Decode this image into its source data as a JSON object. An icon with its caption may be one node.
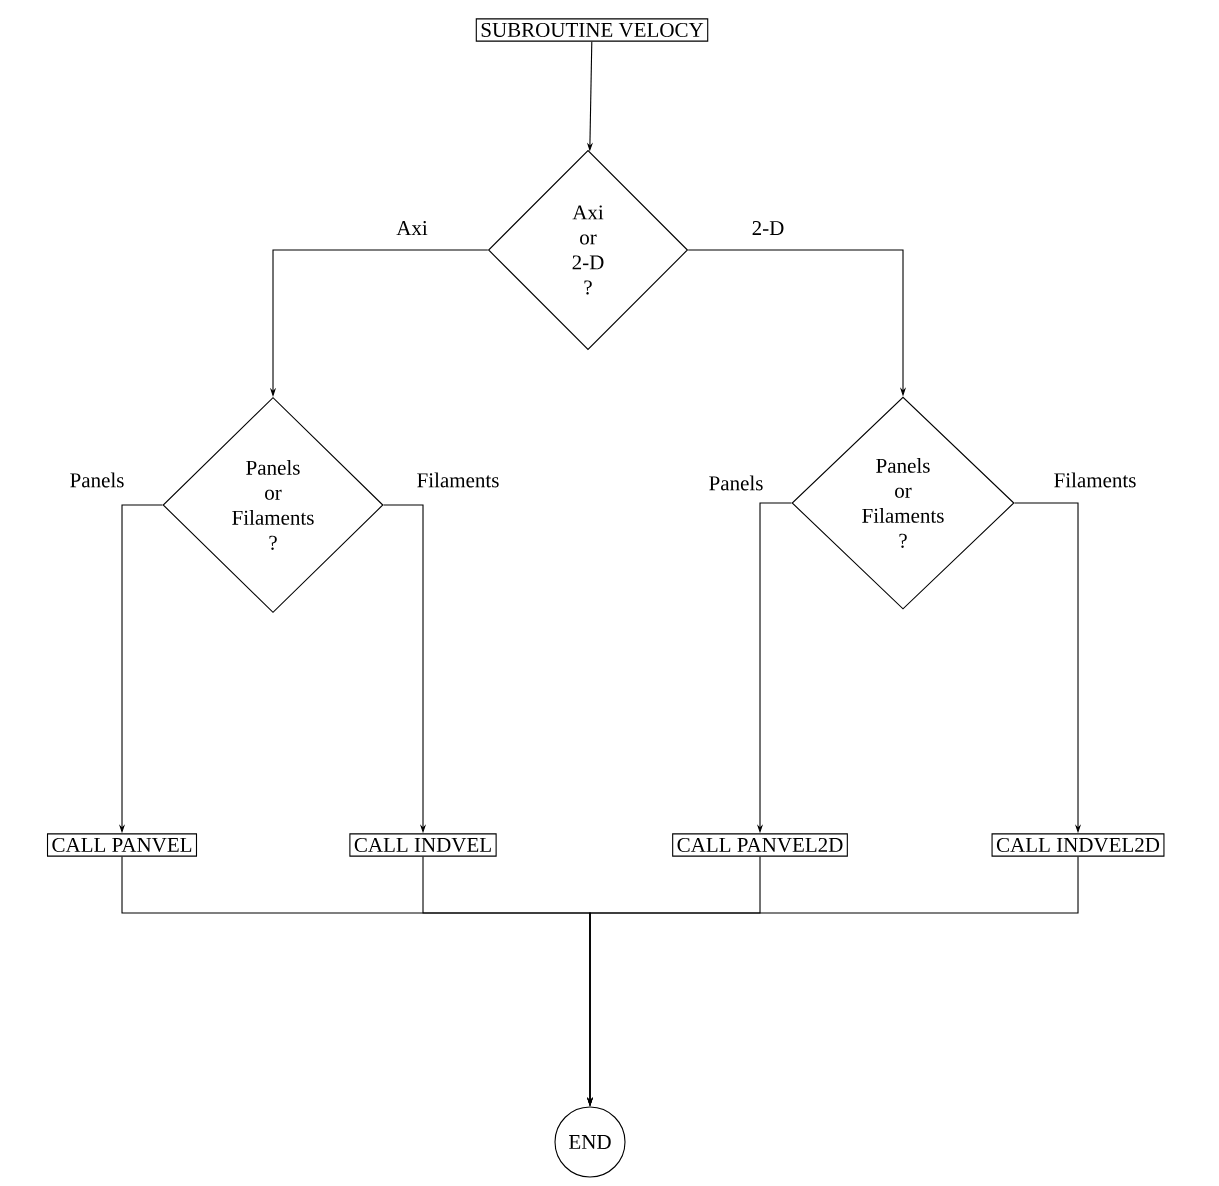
{
  "diagram": {
    "nodes": [
      {
        "text": [
          "SUBROUTINE VELOCY"
        ]
      },
      {
        "text": [
          "Axi or 2-D ?"
        ]
      },
      {
        "text": [
          "Panels or Filaments ?"
        ]
      },
      {
        "text": [
          "Panels or Filaments ?"
        ]
      },
      {
        "text": [
          "CALL PANVEL"
        ]
      },
      {
        "text": [
          "CALL INDVEL"
        ]
      },
      {
        "text": [
          "CALL PANVEL2D"
        ]
      },
      {
        "text": [
          "CALL INDVEL2D"
        ]
      },
      {
        "text": [
          "END"
        ]
      }
    ],
    "edges": [
      {
        "from": 0,
        "to": 1,
        "arrow": "to"
      },
      {
        "from": 1,
        "to": 2,
        "arrow": "to",
        "label": "Axi"
      },
      {
        "from": 1,
        "to": 3,
        "arrow": "to",
        "label": "2-D"
      },
      {
        "from": 2,
        "to": 4,
        "arrow": "to",
        "label": "Panels"
      },
      {
        "from": 2,
        "to": 5,
        "arrow": "to",
        "label": "Filaments"
      },
      {
        "from": 3,
        "to": 6,
        "arrow": "to",
        "label": "Panels"
      },
      {
        "from": 3,
        "to": 7,
        "arrow": "to",
        "label": "Filaments"
      },
      {
        "from": 4,
        "to": 8,
        "arrow": "to"
      },
      {
        "from": 5,
        "to": 8,
        "arrow": "to"
      },
      {
        "from": 6,
        "to": 8,
        "arrow": "to"
      },
      {
        "from": 7,
        "to": 8,
        "arrow": "to"
      }
    ]
  }
}
